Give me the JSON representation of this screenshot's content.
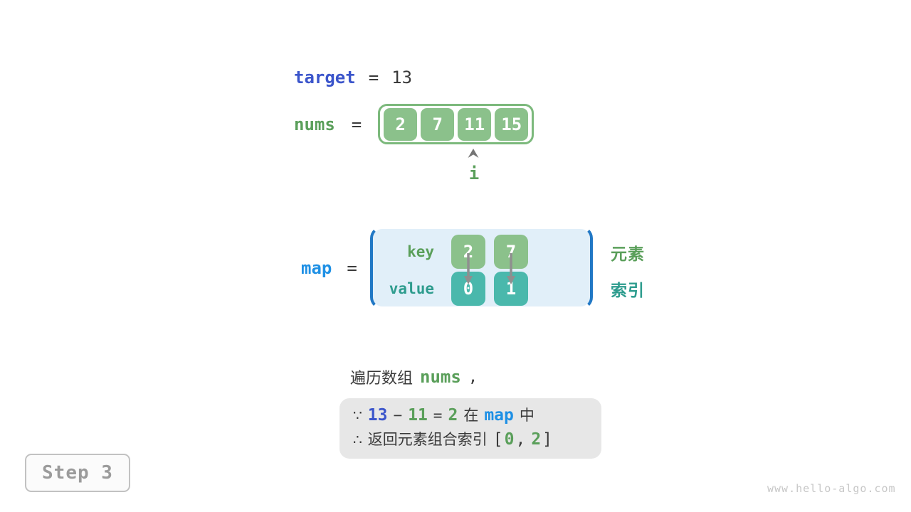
{
  "target_row": {
    "label": "target",
    "equals": "=",
    "value": "13"
  },
  "nums_row": {
    "label": "nums",
    "equals": "=",
    "values": [
      "2",
      "7",
      "11",
      "15"
    ]
  },
  "index_pointer": {
    "label": "i",
    "points_to_value": "11"
  },
  "map_row": {
    "label": "map",
    "equals": "=",
    "key_label": "key",
    "value_label": "value",
    "keys": [
      "2",
      "7"
    ],
    "values": [
      "0",
      "1"
    ],
    "element_label": "元素",
    "index_label": "索引"
  },
  "caption": {
    "text": "遍历数组",
    "code": "nums",
    "comma": ","
  },
  "conclusion": {
    "because": "∵",
    "therefore": "∴",
    "line1": {
      "target": "13",
      "minus": "−",
      "current": "11",
      "equals": "=",
      "complement": "2",
      "in_word": "在",
      "map_name": "map",
      "suffix_word": "中"
    },
    "line2": {
      "text": "返回元素组合索引",
      "open": "[",
      "index0": "0",
      "comma": ",",
      "index1": "2",
      "close": "]"
    }
  },
  "step_badge": {
    "label": "Step 3"
  },
  "watermark": {
    "text": "www.hello-algo.com"
  },
  "colors": {
    "array_green": "#8bc18b",
    "array_border_green": "#7cb97c",
    "teal_box": "#4ab8ac",
    "green_text": "#5a9f5a",
    "teal_text": "#2e9c8e",
    "royal_blue": "#3b55cb",
    "cyan_blue": "#1e90e5",
    "bracket_blue": "#2178c5",
    "map_bg": "#e1eff9",
    "conclusion_bg": "#e7e7e7",
    "dark_text": "#3a3a3a",
    "arrow_gray": "#8f8f8f",
    "badge_gray": "#9b9b9b"
  }
}
